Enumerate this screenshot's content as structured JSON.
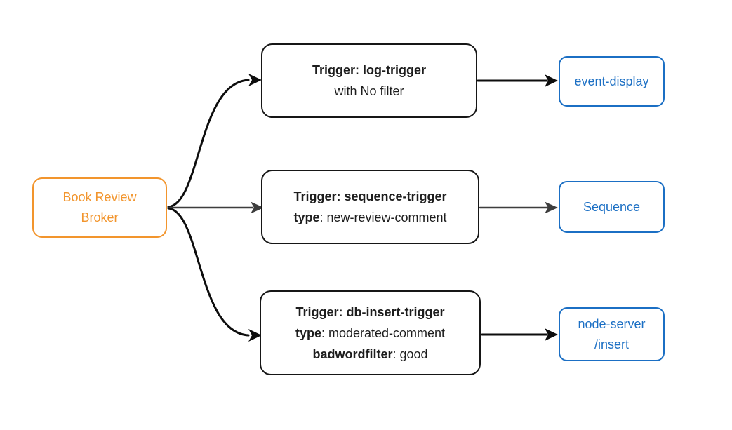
{
  "colors": {
    "background": "#ffffff",
    "broker-accent": "#F2952D",
    "sink-accent": "#1B6FC4",
    "node-border": "#161616",
    "text": "#1d1d1d",
    "arrow-strong": "#0d0d0d",
    "arrow-soft": "#3d3d3d"
  },
  "broker": {
    "line1": "Book Review",
    "line2": "Broker"
  },
  "triggers": [
    {
      "title": "Trigger: log-trigger",
      "subtitle": "with No filter"
    },
    {
      "title": "Trigger: sequence-trigger",
      "attr1_key": "type",
      "attr1_rest": ": new-review-comment"
    },
    {
      "title": "Trigger: db-insert-trigger",
      "attr1_key": "type",
      "attr1_rest": ": moderated-comment",
      "attr2_key": "badwordfilter",
      "attr2_rest": ": good"
    }
  ],
  "sinks": [
    {
      "label": "event-display"
    },
    {
      "label": "Sequence"
    },
    {
      "label_line1": "node-server",
      "label_line2": "/insert"
    }
  ]
}
